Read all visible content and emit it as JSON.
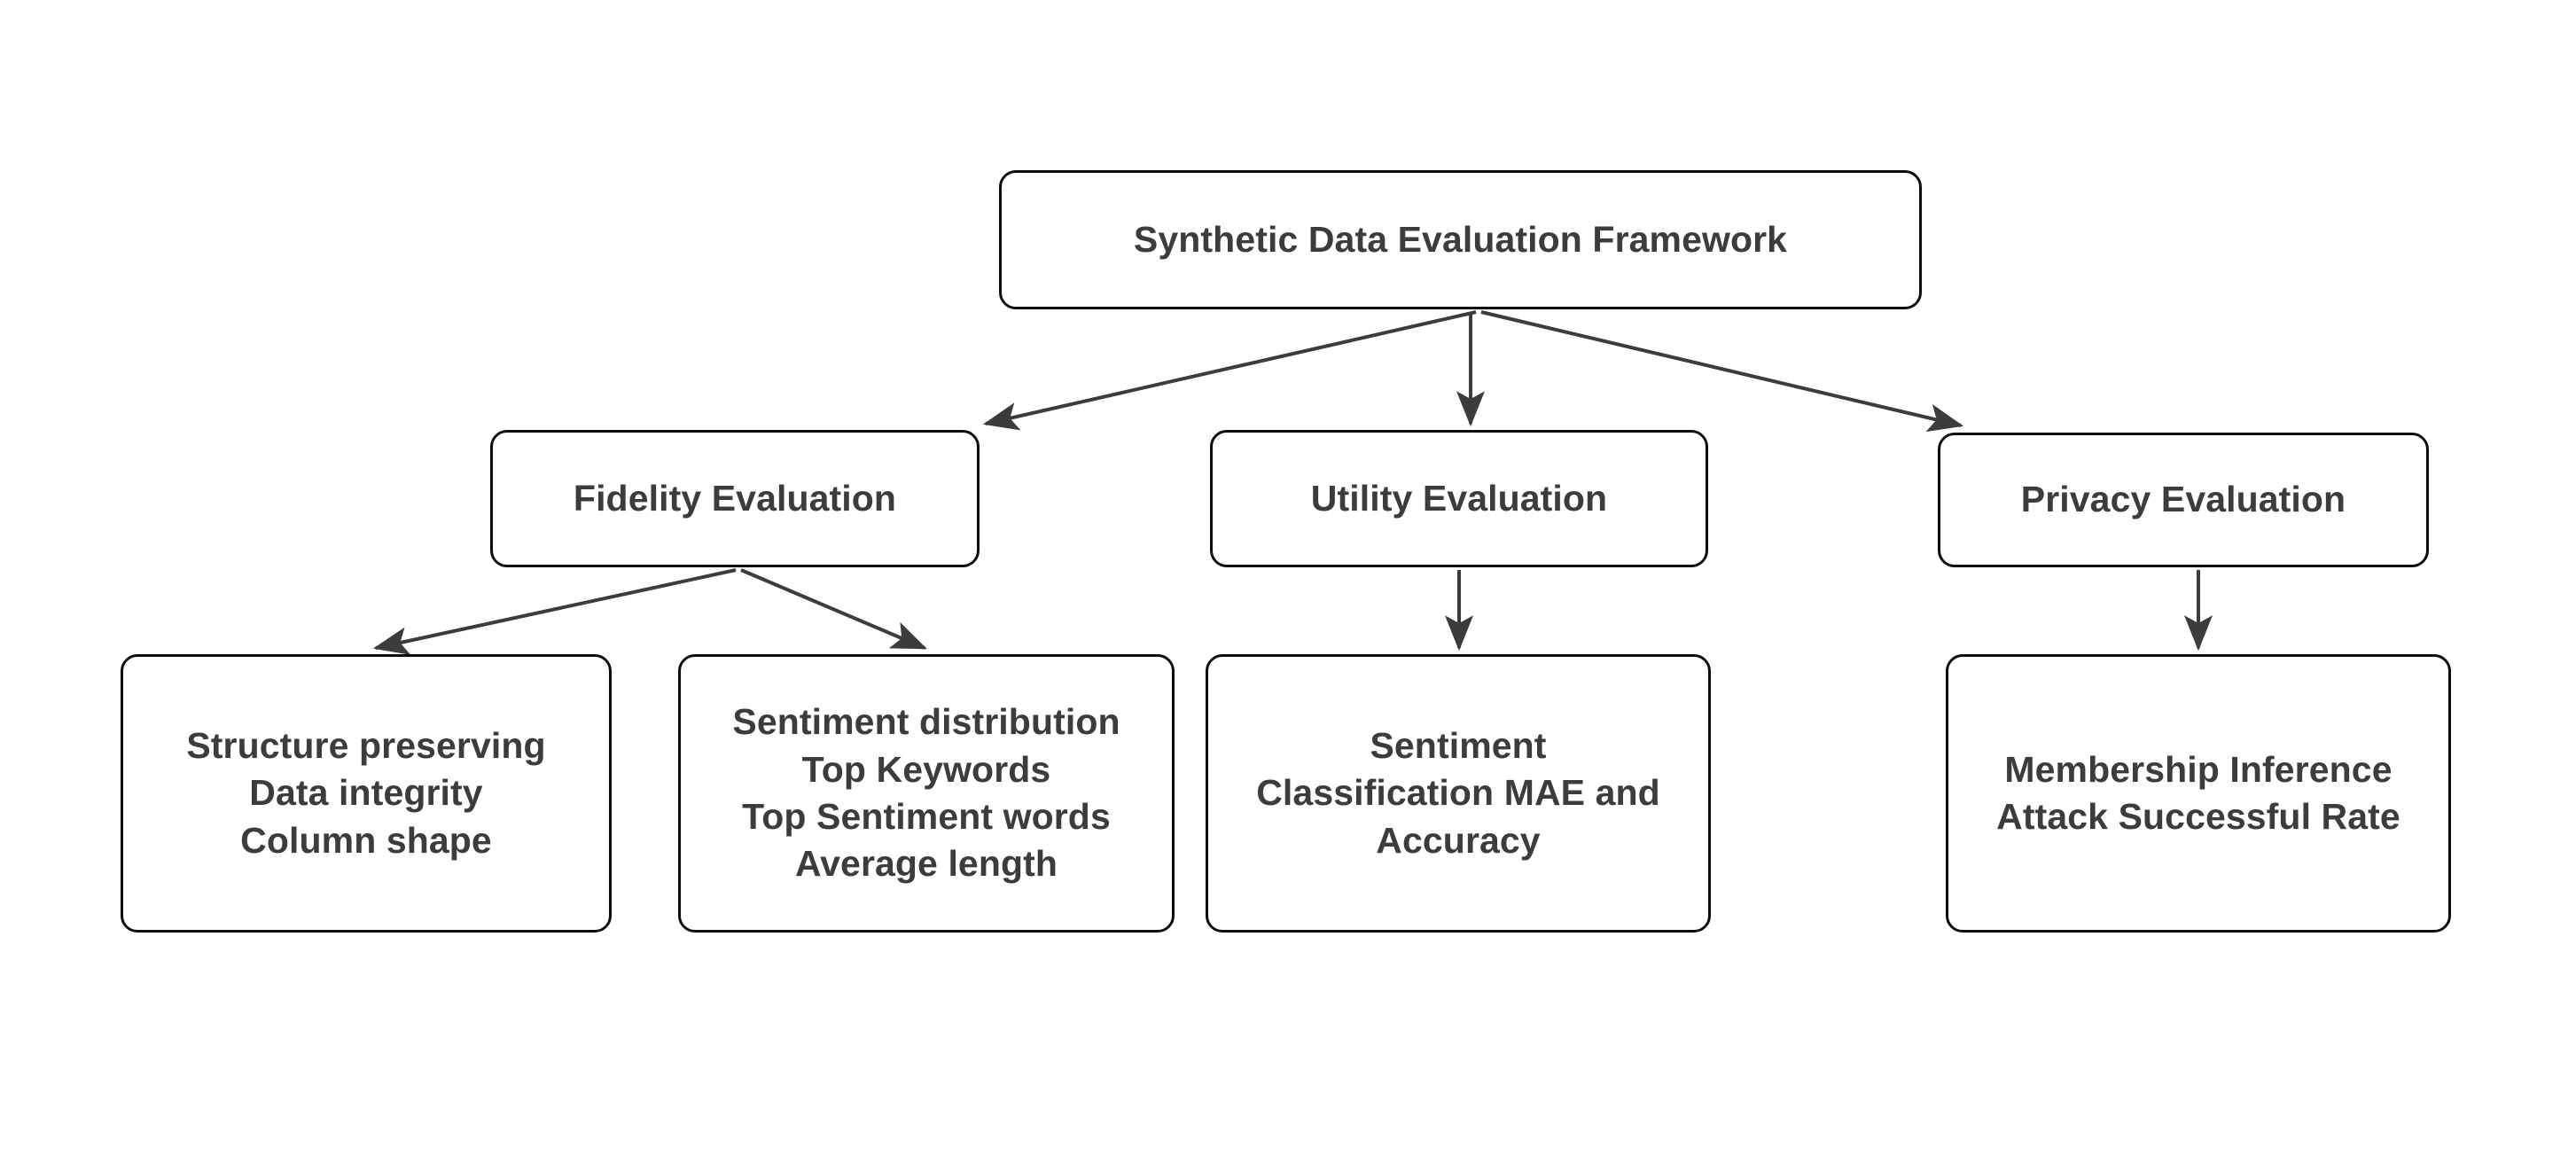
{
  "diagram": {
    "title": "Synthetic Data Evaluation Framework",
    "type": "tree",
    "orientation": "top-down",
    "colors": {
      "background": "#ffffff",
      "node_fill": "#ffffff",
      "node_border": "#0d0d0d",
      "node_text": "#3c3c3c",
      "edge": "#3c3c3c"
    },
    "nodes": {
      "root": {
        "label": "Synthetic Data Evaluation Framework",
        "lines": [
          "Synthetic Data Evaluation Framework"
        ]
      },
      "fidelity": {
        "label": "Fidelity Evaluation",
        "lines": [
          "Fidelity Evaluation"
        ]
      },
      "utility": {
        "label": "Utility Evaluation",
        "lines": [
          "Utility Evaluation"
        ]
      },
      "privacy": {
        "label": "Privacy Evaluation",
        "lines": [
          "Privacy Evaluation"
        ]
      },
      "fidelity_structure": {
        "label": "Structure preserving Data integrity Column shape",
        "lines": [
          "Structure preserving",
          "Data integrity",
          "Column shape"
        ]
      },
      "fidelity_sentiment": {
        "label": "Sentiment distribution Top Keywords Top Sentiment words Average length",
        "lines": [
          "Sentiment distribution",
          "Top Keywords",
          "Top Sentiment words",
          "Average length"
        ]
      },
      "utility_metrics": {
        "label": "Sentiment Classification MAE and Accuracy",
        "lines": [
          "Sentiment",
          "Classification MAE and",
          "Accuracy"
        ]
      },
      "privacy_metrics": {
        "label": "Membership Inference Attack Successful Rate",
        "lines": [
          "Membership Inference",
          "Attack Successful Rate"
        ]
      }
    },
    "edges": [
      {
        "from": "root",
        "to": "fidelity"
      },
      {
        "from": "root",
        "to": "utility"
      },
      {
        "from": "root",
        "to": "privacy"
      },
      {
        "from": "fidelity",
        "to": "fidelity_structure"
      },
      {
        "from": "fidelity",
        "to": "fidelity_sentiment"
      },
      {
        "from": "utility",
        "to": "utility_metrics"
      },
      {
        "from": "privacy",
        "to": "privacy_metrics"
      }
    ]
  }
}
